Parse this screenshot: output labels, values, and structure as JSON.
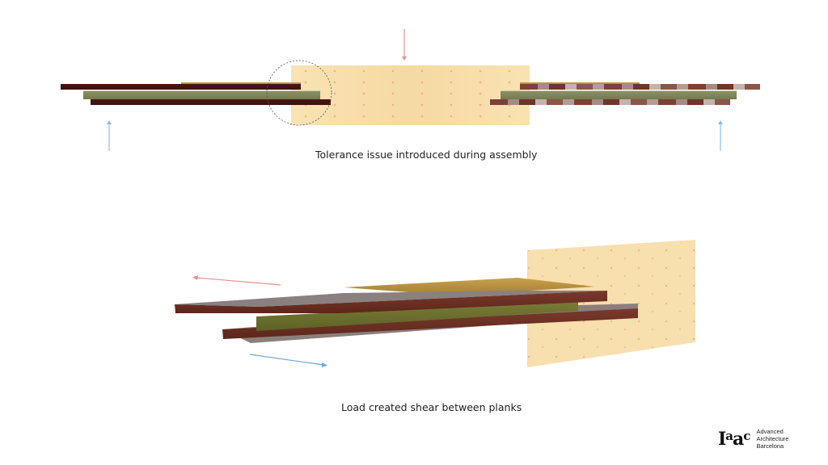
{
  "diagrams": [
    {
      "name": "tolerance-section",
      "caption": "Tolerance issue introduced during assembly",
      "load_arrow_color": "#f08c8c",
      "support_arrow_color": "#8fbbe6"
    },
    {
      "name": "shear-perspective",
      "caption": "Load created shear between planks",
      "upper_arrow_color": "#f08c8c",
      "lower_arrow_color": "#6fa4e0"
    }
  ],
  "colors": {
    "block": "#f8dfae",
    "dark_plank": "#3f140e",
    "olive_plank": "#7d8557",
    "tan_plank": "#b8923a",
    "brown_plank_side": "#6e3226",
    "plank_top": "#8c8080"
  },
  "logo": {
    "mark": "Iaac",
    "lines": [
      "Advanced",
      "Architecture",
      "Barcelona"
    ]
  }
}
